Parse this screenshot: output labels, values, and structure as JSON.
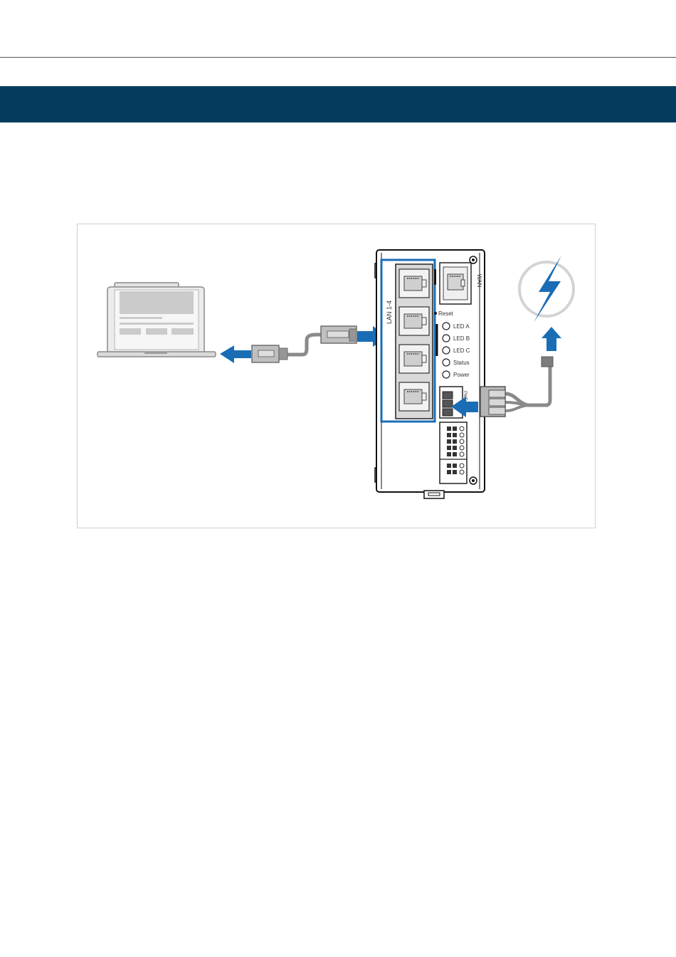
{
  "figure": {
    "lan_label": "LAN 1-4",
    "wan_label": "WAN",
    "reset_label": "Reset",
    "led_labels": [
      "LED A",
      "LED B",
      "LED C",
      "Status",
      "Power"
    ],
    "power_port_label": "PWR",
    "accent_color": "#1a6db5",
    "device_line_color": "#111111"
  }
}
